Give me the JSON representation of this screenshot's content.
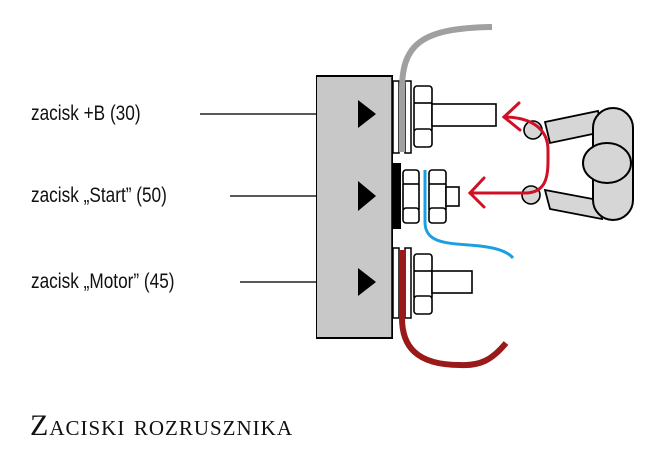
{
  "labels": {
    "terminal_b": "zacisk +B (30)",
    "terminal_start": "zacisk „Start” (50)",
    "terminal_motor": "zacisk „Motor” (45)"
  },
  "caption": "Zaciski rozrusznika",
  "colors": {
    "housing": "#c8c8c8",
    "outline": "#000000",
    "battery_cable": "#a0a0a0",
    "start_wire": "#1aa0e0",
    "motor_cable": "#9a1a1a",
    "jumper_arrow": "#d01024",
    "tool_fill": "#d6d6d6"
  }
}
